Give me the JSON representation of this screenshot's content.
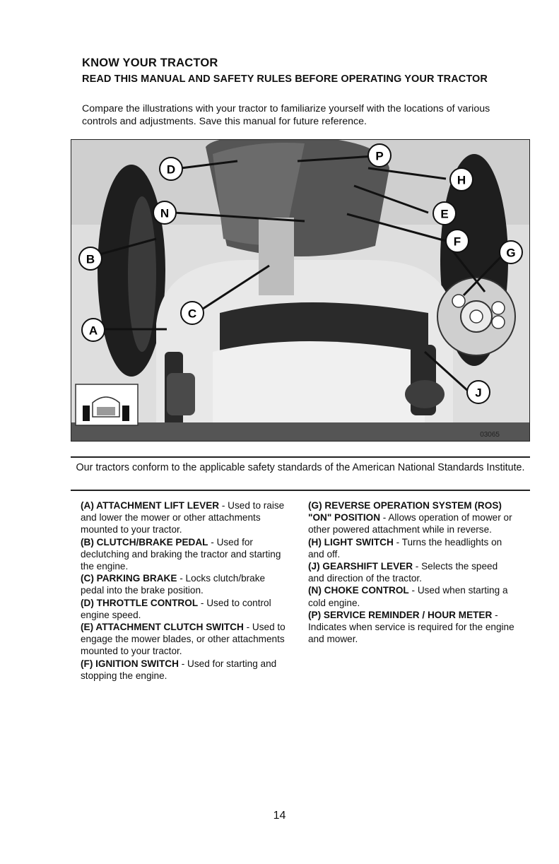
{
  "page": {
    "title": "KNOW YOUR TRACTOR",
    "subtitle": "READ THIS MANUAL AND SAFETY RULES BEFORE OPERATING YOUR TRACTOR",
    "intro": "Compare the illustrations with your tractor to familiarize yourself with the locations of various controls and adjustments. Save this manual for future reference.",
    "safety_note": "Our tractors conform to the applicable safety standards of the American National Standards Institute.",
    "page_number": "14"
  },
  "figure": {
    "code": "03065",
    "callouts": {
      "A": "A",
      "B": "B",
      "C": "C",
      "D": "D",
      "E": "E",
      "F": "F",
      "G": "G",
      "H": "H",
      "J": "J",
      "N": "N",
      "P": "P"
    }
  },
  "controls_left": [
    {
      "key": "(A) ATTACHMENT LIFT LEVER",
      "desc": " - Used to raise and lower the mower or other attachments mounted to your tractor."
    },
    {
      "key": "(B) CLUTCH/BRAKE PEDAL",
      "desc": " - Used for declutching and braking the tractor and starting the engine."
    },
    {
      "key": "(C) PARKING BRAKE",
      "desc": " - Locks clutch/brake pedal into the brake position."
    },
    {
      "key": "(D) THROTTLE CONTROL",
      "desc": " - Used to control engine speed."
    },
    {
      "key": "(E) ATTACHMENT CLUTCH SWITCH",
      "desc": " - Used to engage the mower blades, or other attachments mounted to your tractor."
    },
    {
      "key": "(F) IGNITION SWITCH",
      "desc": " - Used for starting and stopping the engine."
    }
  ],
  "controls_right": [
    {
      "key": "(G) REVERSE OPERATION SYSTEM (ROS) \"ON\" POSITION",
      "desc": " - Allows operation of mower or other powered attachment while in reverse."
    },
    {
      "key": "(H) LIGHT SWITCH",
      "desc": " - Turns the headlights on and off."
    },
    {
      "key": "(J) GEARSHIFT LEVER",
      "desc": " - Selects the speed and direction of the tractor."
    },
    {
      "key": "(N) CHOKE CONTROL",
      "desc": " - Used when starting a cold engine."
    },
    {
      "key": "(P) SERVICE REMINDER / HOUR METER",
      "desc": " - Indicates when service is required for the engine and mower."
    }
  ],
  "colors": {
    "ink": "#111111",
    "paper": "#ffffff",
    "photo_bg": "#e4e4e4",
    "dark_part": "#1c1c1c"
  }
}
